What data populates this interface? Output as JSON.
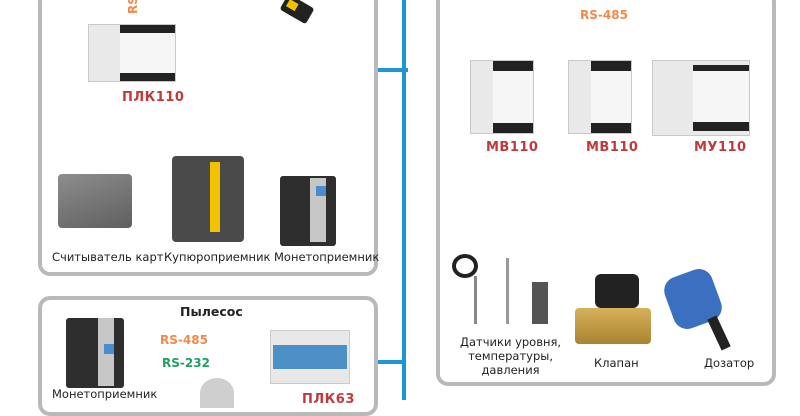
{
  "colors": {
    "rs485": "#f08a4b",
    "rs232": "#1fa060",
    "ethernet": "#1e96d3",
    "wire": "#222222",
    "panel_border": "#b9b9b9",
    "device_label": "#c0393b"
  },
  "left_top_panel": {
    "top_bus_label": "RS",
    "controller_label": "ПЛК110",
    "devices": [
      {
        "label": "Считыватель карт",
        "icon": "card-reader-icon"
      },
      {
        "label": "Купюроприемник",
        "icon": "bill-acceptor-icon"
      },
      {
        "label": "Монетоприемник",
        "icon": "coin-acceptor-icon"
      }
    ]
  },
  "left_bottom_panel": {
    "title": "Пылесос",
    "rs485_label": "RS-485",
    "rs232_label": "RS-232",
    "coin_acceptor_label": "Монетоприемник",
    "controller_label": "ПЛК63"
  },
  "right_panel": {
    "bus_label": "RS-485",
    "modules": [
      {
        "label": "МВ110"
      },
      {
        "label": "МВ110"
      },
      {
        "label": "МУ110"
      }
    ],
    "devices": [
      {
        "label_lines": [
          "Датчики уровня,",
          "температуры,",
          "давления"
        ],
        "icon": "sensors-icon"
      },
      {
        "label": "Клапан",
        "icon": "valve-icon"
      },
      {
        "label": "Дозатор",
        "icon": "dosing-pump-icon"
      }
    ]
  }
}
